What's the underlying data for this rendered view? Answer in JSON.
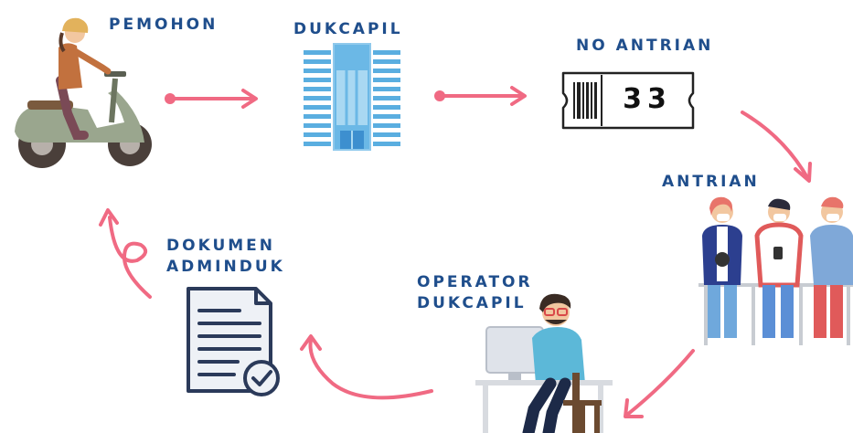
{
  "nodes": {
    "pemohon": "PEMOHON",
    "dukcapil": "DUKCAPIL",
    "no_antrian": "NO ANTRIAN",
    "antrian": "ANTRIAN",
    "operator_line1": "OPERATOR",
    "operator_line2": "DUKCAPIL",
    "dokumen_line1": "DOKUMEN",
    "dokumen_line2": "ADMINDUK"
  },
  "ticket": {
    "number": "33"
  },
  "colors": {
    "label": "#1f4e8c",
    "arrow": "#f06a83"
  },
  "icons": [
    "scooter-rider-illustration",
    "building-icon",
    "ticket-icon",
    "queue-people-illustration",
    "operator-at-desk-illustration",
    "document-check-icon"
  ]
}
